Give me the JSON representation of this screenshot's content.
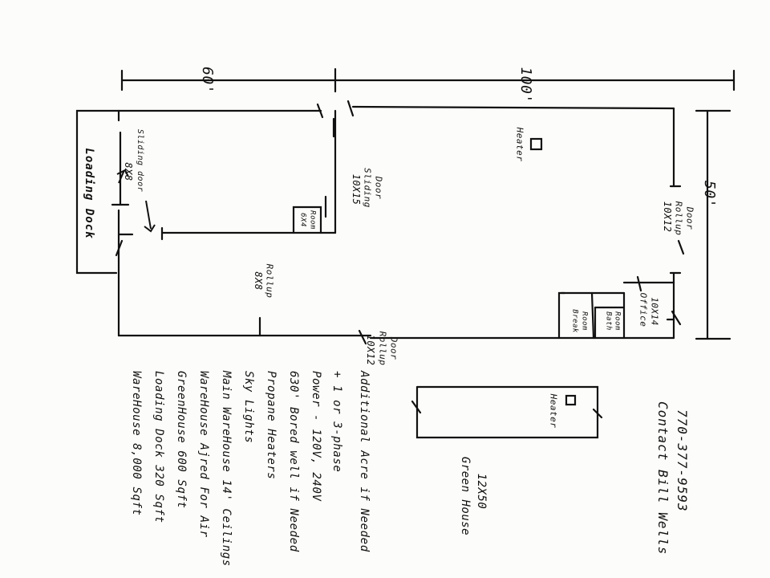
{
  "plan": {
    "dimensions": {
      "left_width": "60'",
      "right_width": "100'",
      "depth": "50'"
    },
    "rooms": {
      "loading_dock": "Loading Dock",
      "sliding_door_small_size": "8X8",
      "sliding_door_small_label": "Sliding door",
      "roll_door_side_size": "8X8",
      "roll_door_side_label": "Rollup",
      "small_room_size": "6X4",
      "small_room_label": "Room",
      "sliding_door_main_size": "10X15",
      "sliding_door_main_label": "Sliding",
      "sliding_door_main_label2": "Door",
      "heater_label": "Heater",
      "rollup_right_size": "10X12",
      "rollup_right_label": "Rollup",
      "rollup_right_label2": "Door",
      "office_size": "10X14",
      "office_label": "Office",
      "bath_label": "Bath",
      "bath_label2": "Room",
      "break_label": "Break",
      "break_label2": "Room",
      "rollup_bottom_size": "10X12",
      "rollup_bottom_label": "Rollup",
      "rollup_bottom_label2": "Door"
    },
    "greenhouse": {
      "heater_label": "Heater",
      "title": "Green House",
      "size": "12X50"
    }
  },
  "notes": [
    "WareHouse  8,000 Sqft",
    "Loading Dock 320 Sqft",
    "GreenHouse  600 Sqft",
    "WareHouse Ajred For Air",
    "Main WareHouse 14' Ceilings",
    "Sky Lights",
    "Propane Heaters",
    "630' Bored well if Needed",
    "Power - 120V, 240V",
    "+ 1 or 3-phase",
    "Additional Acre if Needed"
  ],
  "contact": {
    "name": "Contact Bill Wells",
    "phone": "770-377-9593"
  }
}
